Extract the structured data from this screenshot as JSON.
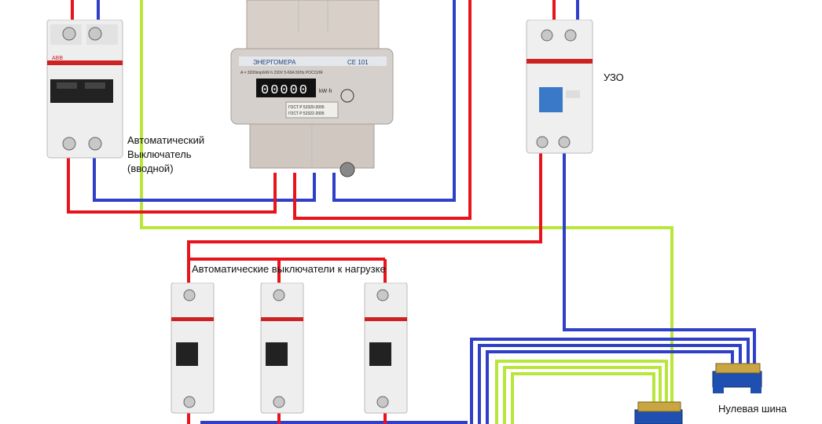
{
  "labels": {
    "main_breaker_line1": "Автоматический",
    "main_breaker_line2": "Выключатель",
    "main_breaker_line3": "(вводной)",
    "rcd": "УЗО",
    "load_breakers": "Автоматические выключатели к нагрузке",
    "neutral_bus": "Нулевая шина"
  },
  "meter": {
    "brand": "ЭНЕРГОМЕРА",
    "model": "CE 101",
    "spec": "A = 3200imp/kW·h   230V   5-60A   50Hz   РОССИЯ",
    "display": "00000",
    "unit": "kW·h",
    "gost1": "ГОСТ Р 52320-2005",
    "gost2": "ГОСТ Р 52322-2005"
  },
  "brand_marks": {
    "abb": "ABB"
  },
  "colors": {
    "phase": "#e8141c",
    "neutral": "#2f3fc8",
    "earth": "#b8e63a",
    "device_body": "#eeeeee",
    "meter_body": "#d8d0c8",
    "bus_bar": "#1f4fb0"
  }
}
